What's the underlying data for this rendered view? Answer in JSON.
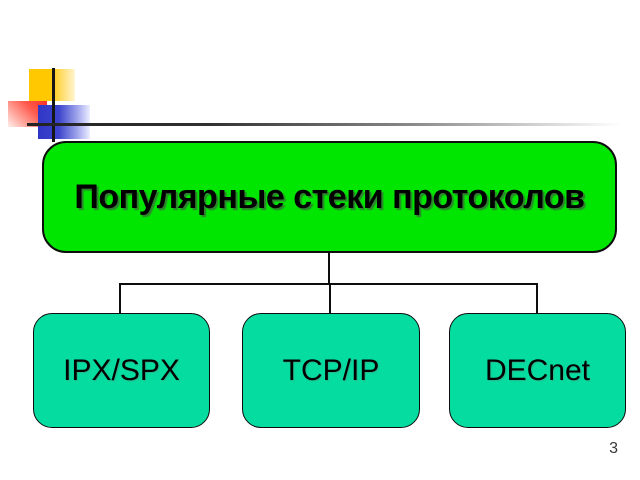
{
  "slide": {
    "title": "Популярные стеки протоколов",
    "nodes": [
      {
        "label": "IPX/SPX"
      },
      {
        "label": "TCP/IP"
      },
      {
        "label": "DECnet"
      }
    ],
    "page_number": "3",
    "diagram": {
      "type": "tree",
      "root": "Популярные стеки протоколов",
      "children": [
        "IPX/SPX",
        "TCP/IP",
        "DECnet"
      ]
    },
    "colors": {
      "background": "#ffffff",
      "title_fill": "#00e600",
      "node_fill": "#05dda0",
      "outline": "#0d0d0d",
      "deco_yellow": "#ffc800",
      "deco_red": "#ff3226",
      "deco_blue": "#2f36c6"
    }
  }
}
